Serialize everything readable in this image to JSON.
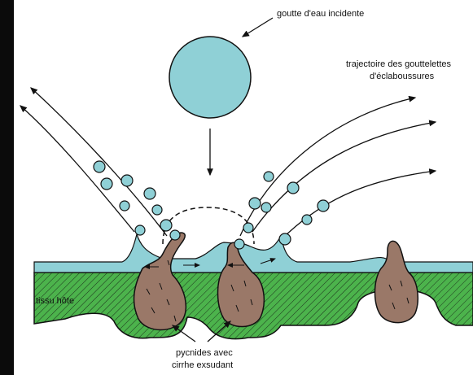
{
  "labels": {
    "incident_drop": "goutte d'eau incidente",
    "splash_line1": "trajectoire des gouttelettes",
    "splash_line2": "d'éclaboussures",
    "host_tissue": "tissu hôte",
    "pycnidia_line1": "pycnides avec",
    "pycnidia_line2": "cirrhe exsudant"
  },
  "colors": {
    "water": "#8fd0d6",
    "tissue": "#4cb34c",
    "pycnidium": "#9a7868",
    "ink": "#111111",
    "background": "#ffffff",
    "photo_strip": "#0b0b0b"
  }
}
